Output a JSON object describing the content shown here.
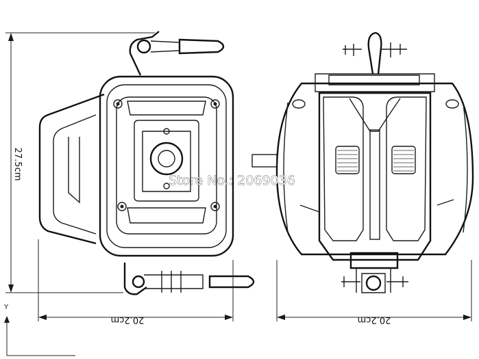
{
  "dimensions": {
    "height_label": "27.5cm",
    "width_left_label": "20.2cm",
    "width_right_label": "20.2cm"
  },
  "watermark": "Store No.: 2069036",
  "axis_label": "Y"
}
